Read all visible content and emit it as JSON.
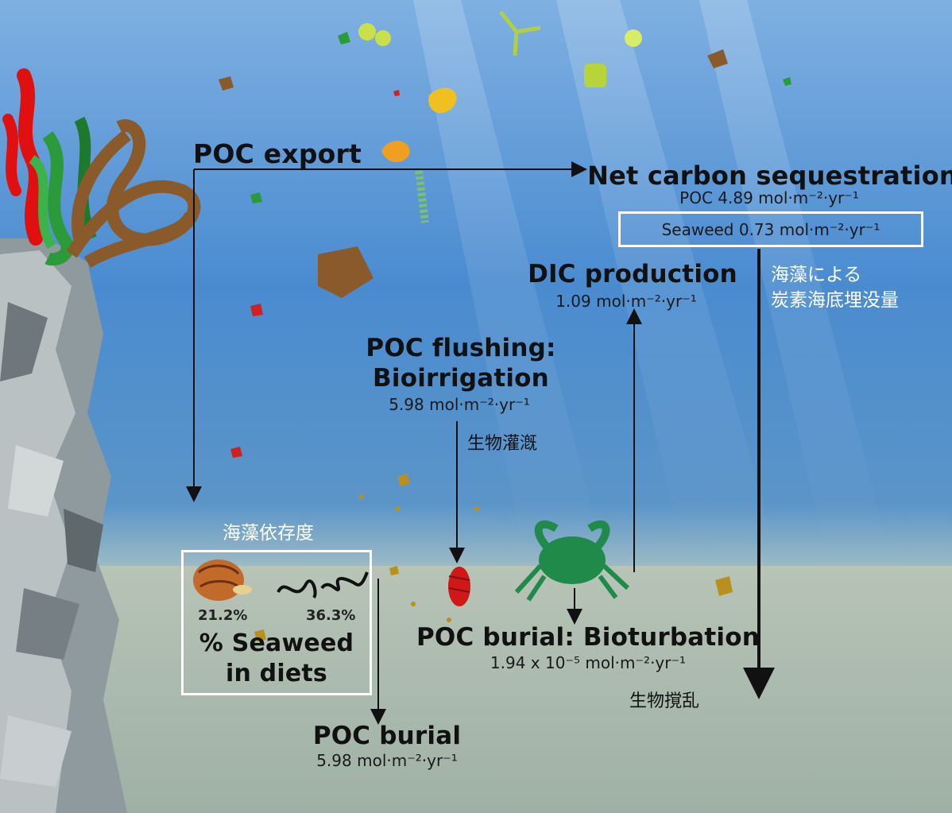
{
  "labels": {
    "poc_export": "POC export",
    "net_sequestration_title": "Net carbon sequestration",
    "net_poc_value": "POC 4.89 mol·m⁻²·yr⁻¹",
    "net_seaweed_value": "Seaweed  0.73 mol·m⁻²·yr⁻¹",
    "jp_seaweed_burial_line1": "海藻による",
    "jp_seaweed_burial_line2": "炭素海底埋没量",
    "dic_title": "DIC production",
    "dic_value": "1.09 mol·m⁻²·yr⁻¹",
    "flushing_title_line1": "POC flushing:",
    "flushing_title_line2": "Bioirrigation",
    "flushing_value": "5.98 mol·m⁻²·yr⁻¹",
    "jp_bioirrigation": "生物灌漑",
    "jp_seaweed_dependence": "海藻依存度",
    "snail_percent": "21.2%",
    "worm_percent": "36.3%",
    "diet_label_line1": "% Seaweed",
    "diet_label_line2": "in diets",
    "bioturbation_title": "POC burial: Bioturbation",
    "bioturbation_value": "1.94 x 10⁻⁵ mol·m⁻²·yr⁻¹",
    "jp_bioturbation": "生物撹乱",
    "burial_title": "POC burial",
    "burial_value": "5.98 mol·m⁻²·yr⁻¹"
  },
  "colors": {
    "water_top": "#5f9ad6",
    "water_mid": "#3f82c8",
    "seabed": "#a9b8ad",
    "rock": "#9aa3a6",
    "kelp_brown": "#8a5a2b",
    "seaweed_red": "#e01010",
    "seaweed_green": "#2a9a3a",
    "crab_green": "#1f8a4a",
    "arrow": "#111111",
    "box_border": "#ffffff"
  }
}
